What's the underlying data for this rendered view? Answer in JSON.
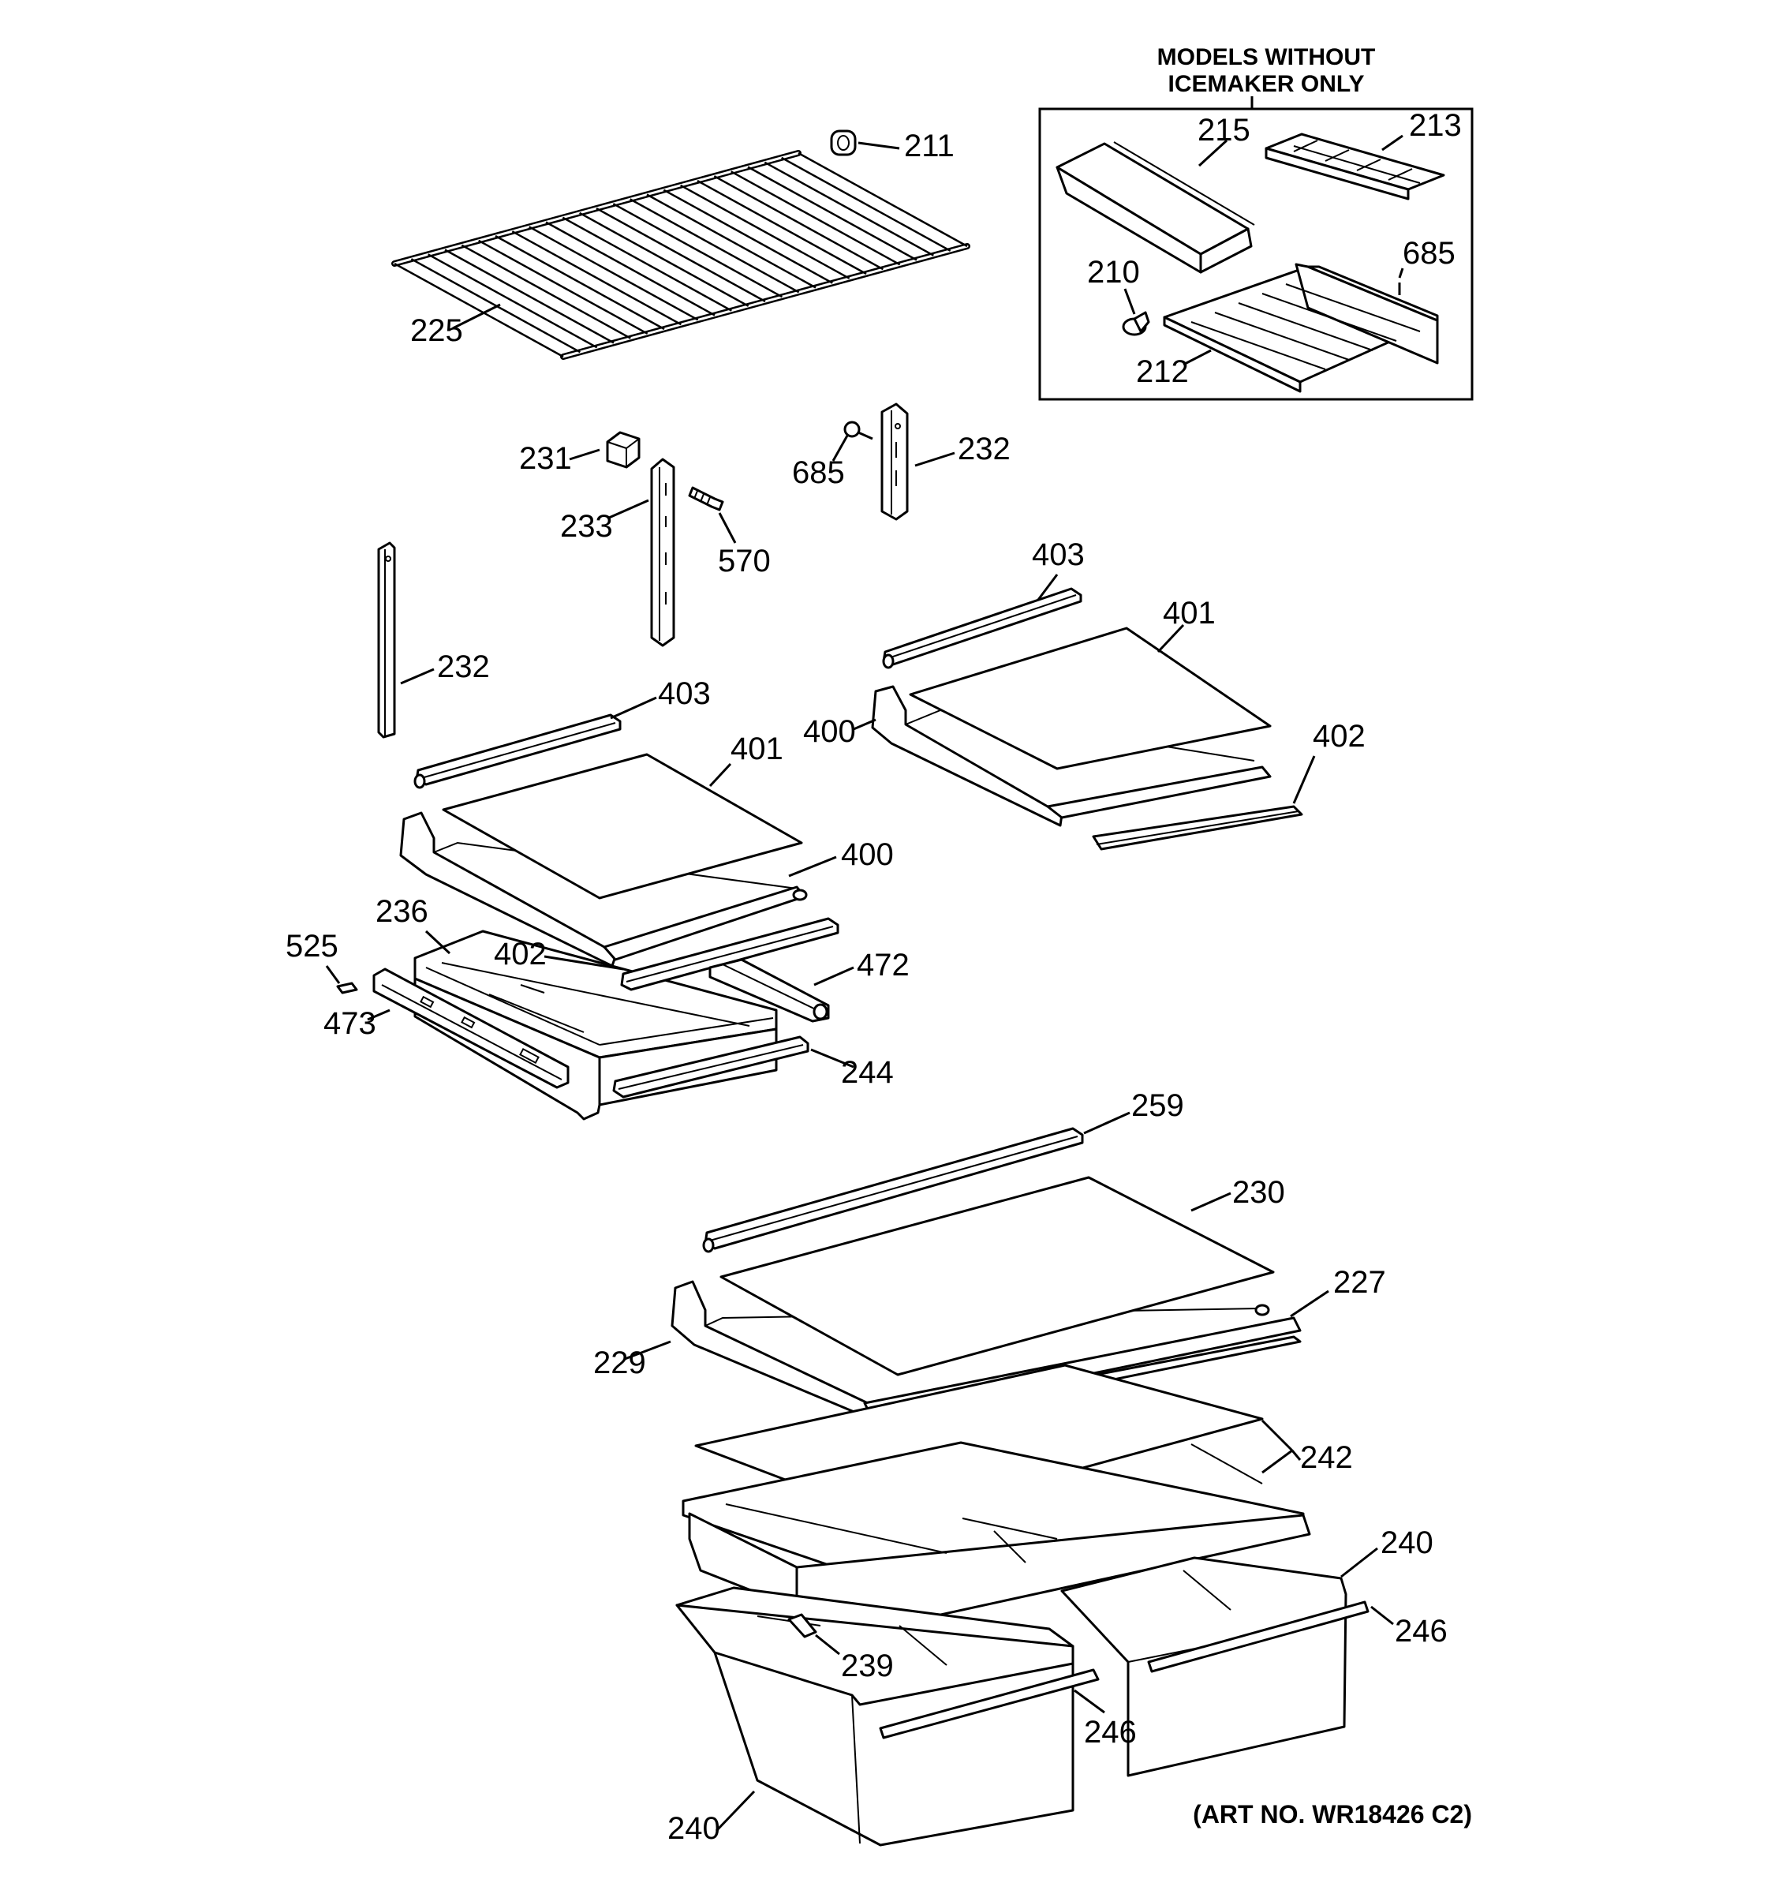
{
  "diagram": {
    "inset_title_line1": "MODELS WITHOUT",
    "inset_title_line2": "ICEMAKER ONLY",
    "art_number": "(ART NO. WR18426 C2)",
    "labels": {
      "p211": "211",
      "p215": "215",
      "p213": "213",
      "p685_inset": "685",
      "p210": "210",
      "p212": "212",
      "p225": "225",
      "p231": "231",
      "p685": "685",
      "p232_right": "232",
      "p233": "233",
      "p570": "570",
      "p232_left": "232",
      "p403_right": "403",
      "p401_right": "401",
      "p400_right": "400",
      "p402_right": "402",
      "p403_left": "403",
      "p401_left": "401",
      "p400_left": "400",
      "p236": "236",
      "p525": "525",
      "p402_left": "402",
      "p472": "472",
      "p473": "473",
      "p244": "244",
      "p259": "259",
      "p230": "230",
      "p227": "227",
      "p229": "229",
      "p242": "242",
      "p240_right": "240",
      "p246_right": "246",
      "p239": "239",
      "p246_left": "246",
      "p240_left": "240"
    }
  }
}
